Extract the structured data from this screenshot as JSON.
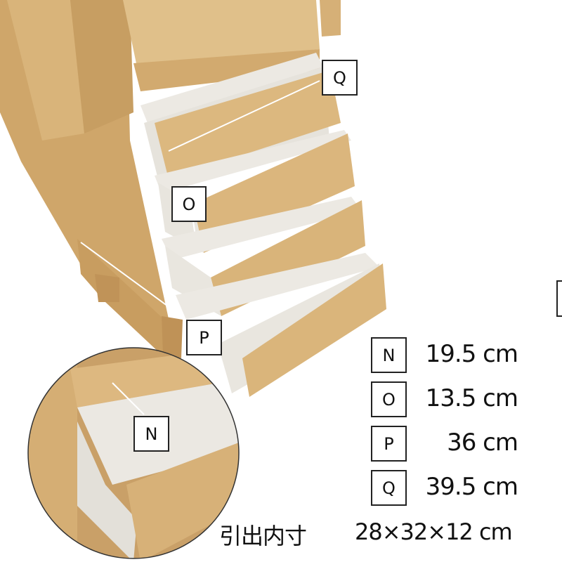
{
  "photo_labels": {
    "Q": "Q",
    "O": "O",
    "P": "P",
    "N": "N"
  },
  "dimensions": [
    {
      "key": "N",
      "value": "19.5 cm"
    },
    {
      "key": "O",
      "value": "13.5 cm"
    },
    {
      "key": "P",
      "value": "36 cm"
    },
    {
      "key": "Q",
      "value": "39.5 cm"
    }
  ],
  "inner_size": {
    "label": "引出内寸",
    "value": "28×32×12 cm"
  },
  "colors": {
    "wood": "#d8b57c",
    "wood_dark": "#b98f55",
    "inner": "#e9e7e1"
  }
}
